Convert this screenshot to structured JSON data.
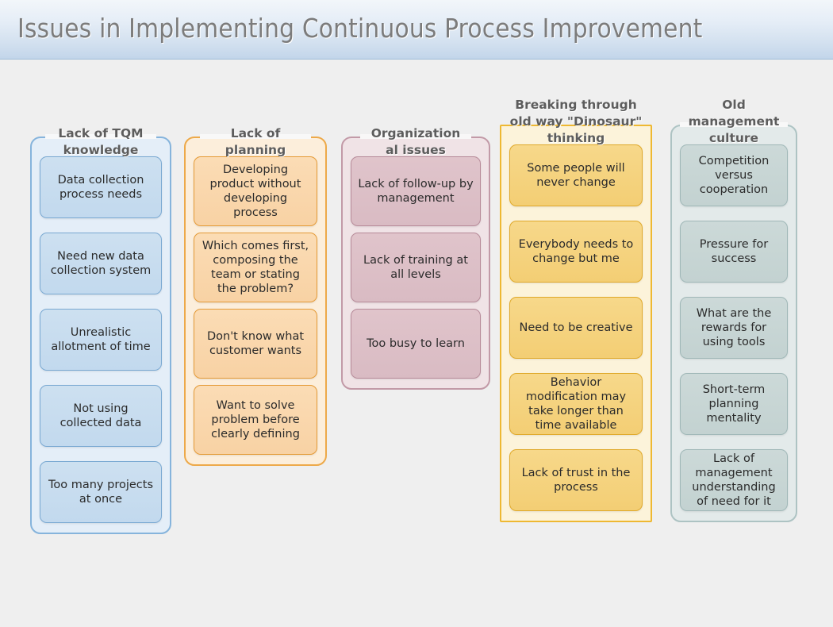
{
  "header": {
    "title": "Issues in Implementing Continuous Process Improvement",
    "background_top": "#f2f6fa",
    "background_bottom": "#c2d5ea",
    "title_color": "#7c7c7c"
  },
  "canvas": {
    "background": "#efefef"
  },
  "columns": [
    {
      "id": "lack-of-tqm-knowledge",
      "title": "Lack of TQM\nknowledge",
      "title_line1": "Lack of TQM",
      "title_line2": "knowledge",
      "accent": "#86b4dc",
      "fill": "#e4eef8",
      "node_fill": "#c6dcee",
      "node_border": "#7aa9d2",
      "corner": "rounded",
      "items": [
        "Data collection process needs",
        "Need new data collection system",
        "Unrealistic allotment of time",
        "Not using collected data",
        "Too many projects at once"
      ]
    },
    {
      "id": "lack-of-planning",
      "title": "Lack of\nplanning",
      "title_line1": "Lack of",
      "title_line2": "planning",
      "accent": "#eda949",
      "fill": "#fceedb",
      "node_fill": "#f9d7ab",
      "node_border": "#e59b37",
      "corner": "rounded",
      "items": [
        "Developing product without developing process",
        "Which comes first, composing the team or stating the problem?",
        "Don't know what customer wants",
        "Want to solve problem before clearly defining"
      ]
    },
    {
      "id": "organizational-issues",
      "title": "Organization\nal issues",
      "title_line1": "Organization",
      "title_line2": "al issues",
      "accent": "#c29aa7",
      "fill": "#f0e3e6",
      "node_fill": "#dcbfc7",
      "node_border": "#b78b99",
      "corner": "rounded",
      "items": [
        "Lack of follow-up by management",
        "Lack of training at all levels",
        "Too busy to learn"
      ]
    },
    {
      "id": "breaking-through-dinosaur-thinking",
      "title": "Breaking through\nold way \"Dinosaur\"\nthinking",
      "title_line1": "Breaking through",
      "title_line2": "old way \"Dinosaur\"",
      "title_line3": "thinking",
      "accent": "#eeb832",
      "fill": "#fcf3da",
      "node_fill": "#f5d37f",
      "node_border": "#e0a92b",
      "corner": "square",
      "items": [
        "Some people will never change",
        "Everybody needs to change but me",
        "Need to be creative",
        "Behavior modification may take longer than time available",
        "Lack of trust in the process"
      ]
    },
    {
      "id": "old-management-culture",
      "title": "Old\nmanagement\nculture",
      "title_line1": "Old",
      "title_line2": "management",
      "title_line3": "culture",
      "accent": "#adc3c3",
      "fill": "#e3eaea",
      "node_fill": "#c8d6d5",
      "node_border": "#a0b8b8",
      "corner": "rounded",
      "items": [
        "Competition versus cooperation",
        "Pressure for success",
        "What are the rewards for using tools",
        "Short-term planning mentality",
        "Lack of management understanding of need for it"
      ]
    }
  ]
}
